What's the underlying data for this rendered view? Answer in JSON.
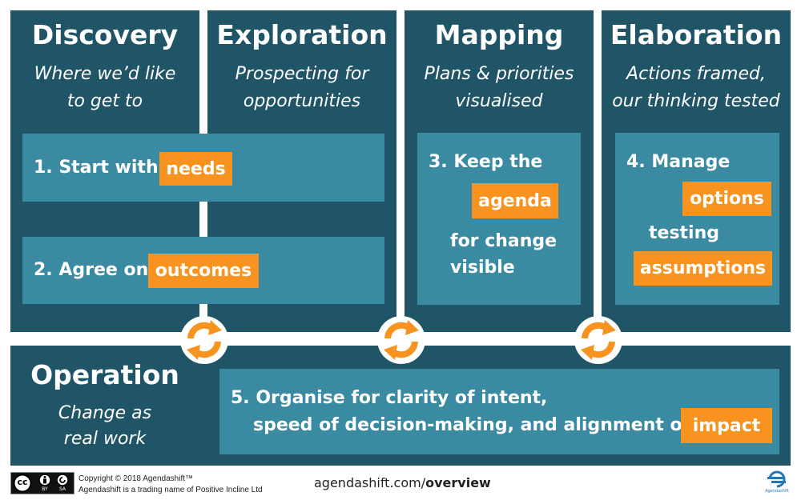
{
  "columns": [
    {
      "title": "Discovery",
      "sub1": "Where we’d like",
      "sub2": "to get to"
    },
    {
      "title": "Exploration",
      "sub1": "Prospecting for",
      "sub2": "opportunities"
    },
    {
      "title": "Mapping",
      "sub1": "Plans & priorities",
      "sub2": "visualised"
    },
    {
      "title": "Elaboration",
      "sub1": "Actions framed,",
      "sub2": "our thinking tested"
    }
  ],
  "steps": {
    "s1": {
      "text": "1. Start with",
      "highlight": "needs"
    },
    "s2": {
      "text": "2. Agree on",
      "highlight": "outcomes"
    },
    "s3": {
      "line1": "3. Keep the",
      "highlight": "agenda",
      "line3": "for  change",
      "line4": "visible"
    },
    "s4": {
      "line1": "4. Manage",
      "highlight1": "options",
      "line3": "testing",
      "highlight2": "assumptions"
    },
    "s5": {
      "line1": "5. Organise for clarity of intent,",
      "line2": "speed of decision-making, and alignment of",
      "highlight": "impact"
    }
  },
  "operation": {
    "title": "Operation",
    "sub1": "Change as",
    "sub2": "real work"
  },
  "footer": {
    "cc_badge": "cc",
    "by_label": "BY",
    "sa_label": "SA",
    "copyright": "Copyright © 2018 Agendashift™",
    "trading": "Agendashift is a trading name of Positive Incline Ltd",
    "url_prefix": "agendashift.com/",
    "url_bold": "overview",
    "logo_text": "Agendashift"
  },
  "colors": {
    "panel": "#1f5566",
    "box": "#3a8aa2",
    "accent": "#f7931e"
  }
}
